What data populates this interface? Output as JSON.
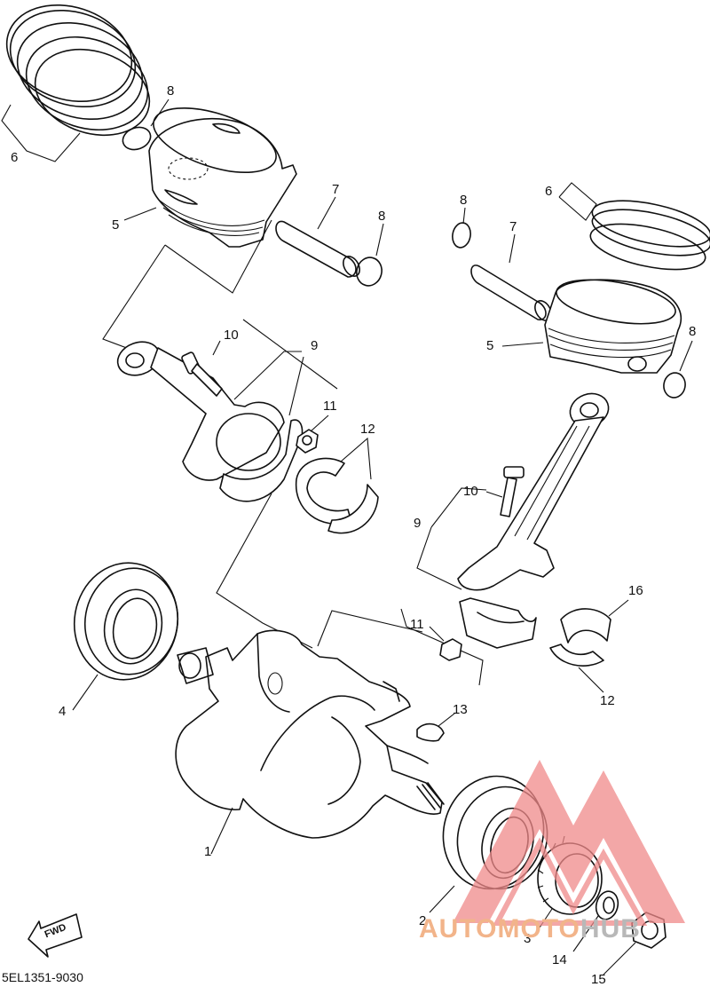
{
  "diagram": {
    "catalog_code": "5EL1351-9030",
    "fwd_label": "FWD",
    "callouts": [
      {
        "id": "c6a",
        "text": "6"
      },
      {
        "id": "c8a",
        "text": "8"
      },
      {
        "id": "c5a",
        "text": "5"
      },
      {
        "id": "c7a",
        "text": "7"
      },
      {
        "id": "c8b",
        "text": "8"
      },
      {
        "id": "c10a",
        "text": "10"
      },
      {
        "id": "c9a",
        "text": "9"
      },
      {
        "id": "c11a",
        "text": "11"
      },
      {
        "id": "c12a",
        "text": "12"
      },
      {
        "id": "c8c",
        "text": "8"
      },
      {
        "id": "c7b",
        "text": "7"
      },
      {
        "id": "c6b",
        "text": "6"
      },
      {
        "id": "c5b",
        "text": "5"
      },
      {
        "id": "c8d",
        "text": "8"
      },
      {
        "id": "c10b",
        "text": "10"
      },
      {
        "id": "c9b",
        "text": "9"
      },
      {
        "id": "c11b",
        "text": "11"
      },
      {
        "id": "c16",
        "text": "16"
      },
      {
        "id": "c12b",
        "text": "12"
      },
      {
        "id": "c4",
        "text": "4"
      },
      {
        "id": "c13",
        "text": "13"
      },
      {
        "id": "c1",
        "text": "1"
      },
      {
        "id": "c2",
        "text": "2"
      },
      {
        "id": "c3",
        "text": "3"
      },
      {
        "id": "c14",
        "text": "14"
      },
      {
        "id": "c15",
        "text": "15"
      }
    ]
  },
  "watermark": {
    "text_part1": "AUTOMOTO",
    "text_part2": "HUB",
    "color_primary": "#f08a8a",
    "color_text1": "#f2b48a",
    "color_text2": "#b8b8b8"
  }
}
